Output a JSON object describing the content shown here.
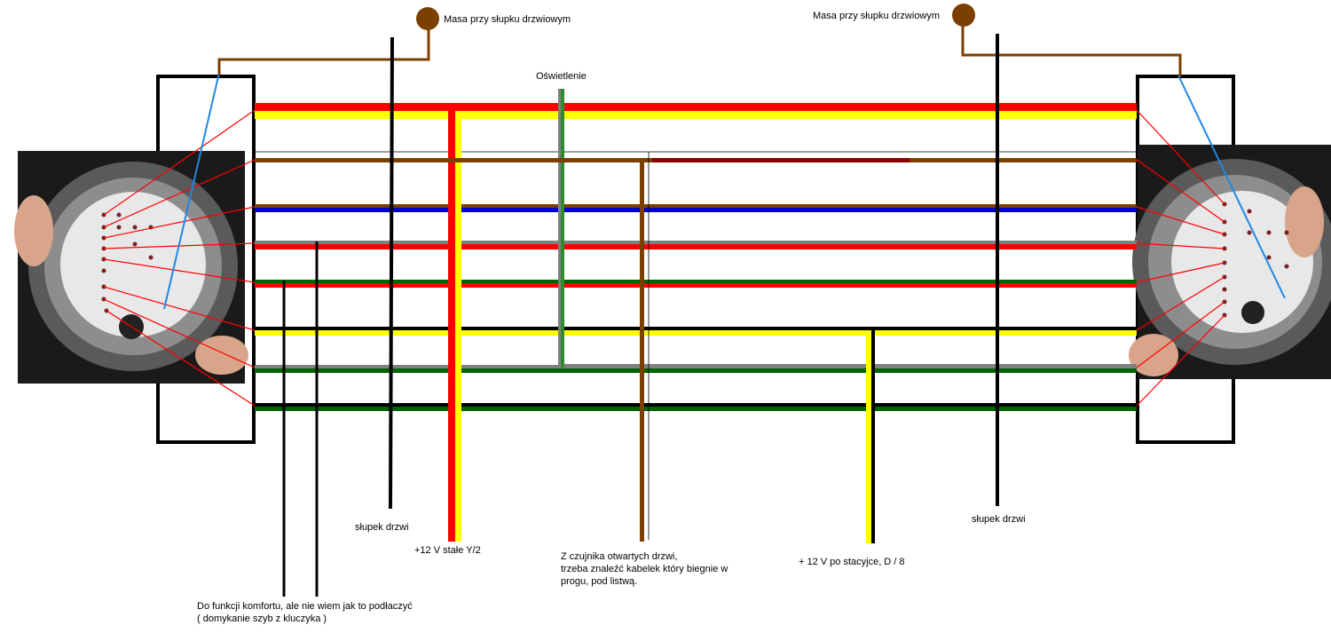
{
  "labels": {
    "ground_left": "Masa przy słupku drzwiowym",
    "ground_right": "Masa przy słupku drzwiowym",
    "lighting": "Oświetlenie",
    "pillar_left": "słupek drzwi",
    "pillar_right": "słupek drzwi",
    "constant_12v": "+12 V stałe Y/2",
    "door_sensor": "Z czujnika otwartych drzwi,\ntrzeba znaleźć kabelek który biegnie w\nprogu, pod listwą.",
    "ignition_12v": "+ 12 V po stacyjce, D / 8",
    "comfort": "Do funkcji komfortu, ale nie wiem jak to podłaczyć\n( domykanie szyb z kluczyka )"
  },
  "colors": {
    "red": "#ff0000",
    "yellow": "#ffff00",
    "brown": "#7b3f00",
    "dark_red": "#8b0000",
    "blue": "#0000cc",
    "grey": "#808080",
    "green": "#006400",
    "light_green": "#2e8b2e",
    "black": "#000000",
    "light_blue": "#1e88e5",
    "connector_photo_bg": "#1a1a1a"
  },
  "icons": [
    "ground-dot-icon-left",
    "ground-dot-icon-right",
    "connector-photo-left",
    "connector-photo-right"
  ]
}
